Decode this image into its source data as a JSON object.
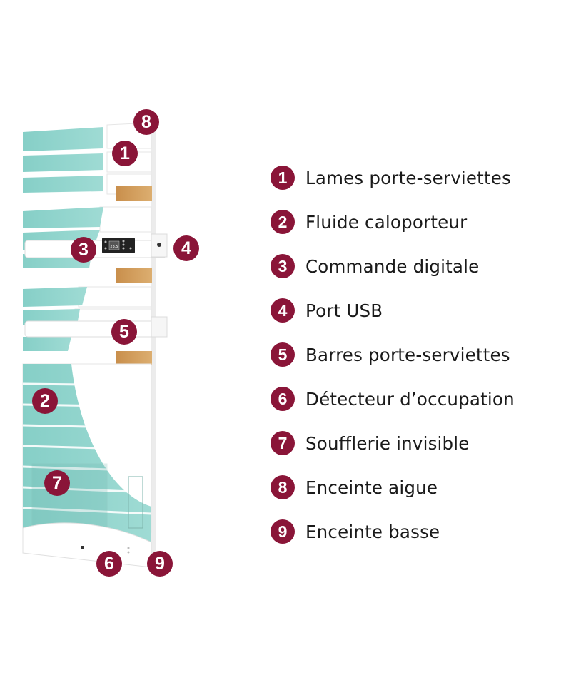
{
  "colors": {
    "badge": "#8a1538",
    "slat_fluid": "#8fd3cc",
    "wood": "#d4a160",
    "frame": "#ffffff"
  },
  "callouts": [
    {
      "number": "8"
    },
    {
      "number": "1"
    },
    {
      "number": "3"
    },
    {
      "number": "4"
    },
    {
      "number": "5"
    },
    {
      "number": "2"
    },
    {
      "number": "7"
    },
    {
      "number": "6"
    },
    {
      "number": "9"
    }
  ],
  "display": {
    "temperature": "23.5"
  },
  "legend": [
    {
      "number": "1",
      "label": "Lames porte-serviettes"
    },
    {
      "number": "2",
      "label": "Fluide caloporteur"
    },
    {
      "number": "3",
      "label": "Commande digitale"
    },
    {
      "number": "4",
      "label": "Port USB"
    },
    {
      "number": "5",
      "label": "Barres porte-serviettes"
    },
    {
      "number": "6",
      "label": "Détecteur d’occupation"
    },
    {
      "number": "7",
      "label": "Soufflerie invisible"
    },
    {
      "number": "8",
      "label": "Enceinte aigue"
    },
    {
      "number": "9",
      "label": "Enceinte basse"
    }
  ]
}
